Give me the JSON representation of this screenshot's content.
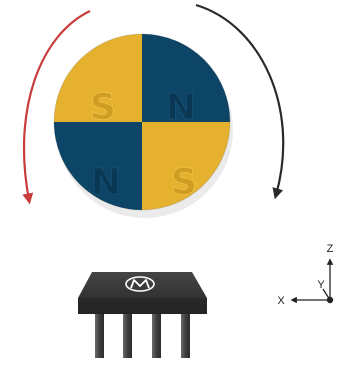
{
  "colors": {
    "yellow": "#e5b12e",
    "navy": "#0d4566",
    "arrow_left": "#c83c3c",
    "arrow_right": "#2a2a2a",
    "chip_body": "#2f2f2f",
    "chip_top": "#3a3a3a",
    "lead": "#4a4a4a"
  },
  "magnet": {
    "quadrants": [
      {
        "position": "top-left",
        "pole": "S",
        "fill": "yellow"
      },
      {
        "position": "top-right",
        "pole": "N",
        "fill": "navy"
      },
      {
        "position": "bottom-left",
        "pole": "N",
        "fill": "navy"
      },
      {
        "position": "bottom-right",
        "pole": "S",
        "fill": "yellow"
      }
    ]
  },
  "rotation_arrows": [
    {
      "side": "left",
      "direction": "counter-clockwise",
      "color": "arrow_left"
    },
    {
      "side": "right",
      "direction": "clockwise",
      "color": "arrow_right"
    }
  ],
  "sensor": {
    "logo": "M",
    "pin_count": 4
  },
  "axes": {
    "x_label": "X",
    "y_label": "Y",
    "z_label": "Z"
  }
}
